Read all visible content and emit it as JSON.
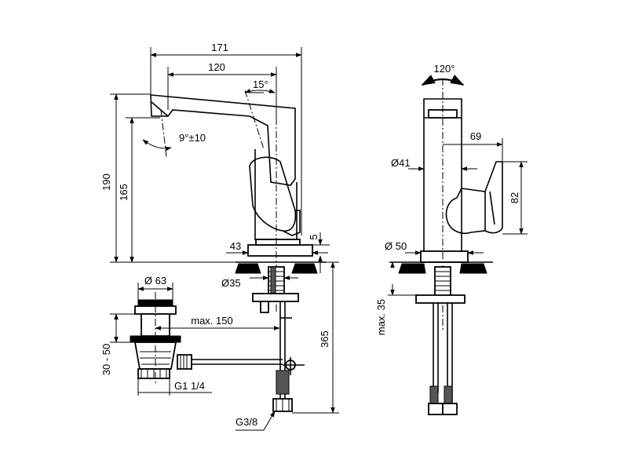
{
  "drawing": {
    "dimensions": {
      "total_length": "171",
      "spout_reach": "120",
      "spout_angle": "15°",
      "swivel_angle": "9°±10",
      "total_height": "190",
      "spout_height": "165",
      "base_width": "43",
      "base_thickness": "5",
      "hole_diameter": "Ø35",
      "height_inlet": "365",
      "pop_up_diameter": "Ø 63",
      "max_distance": "max. 150",
      "pop_up_range": "30 - 50",
      "waste_thread": "G1 1/4",
      "supply_thread": "G3/8",
      "rotation_angle": "120°",
      "handle_projection": "69",
      "body_diameter": "Ø41",
      "handle_height": "82",
      "base_diameter": "Ø 50",
      "max_thickness": "max. 35"
    }
  }
}
